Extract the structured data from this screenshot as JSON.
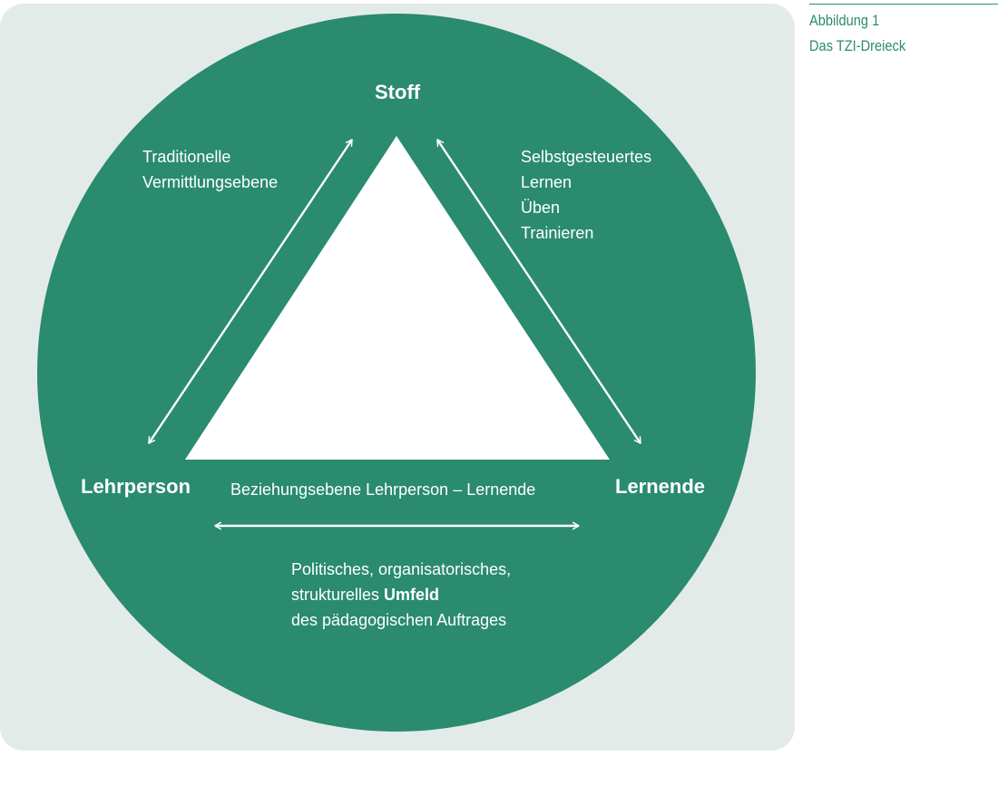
{
  "caption": {
    "number": "Abbildung 1",
    "title": "Das TZI-Dreieck"
  },
  "colors": {
    "circle": "#2a8b6e",
    "panel": "#e3ebe8",
    "triangle": "#ffffff",
    "caption": "#2a8b6e"
  },
  "nodes": {
    "top": "Stoff",
    "left": "Lehrperson",
    "right": "Lernende"
  },
  "edges": {
    "left_side": [
      "Traditionelle",
      "Vermittlungsebene"
    ],
    "right_side": [
      "Selbstgesteuertes",
      "Lernen",
      "Üben",
      "Trainieren"
    ],
    "bottom_side": "Beziehungsebene Lehrperson – Lernende"
  },
  "environment": {
    "line1": "Politisches, organisatorisches,",
    "line2_prefix": "strukturelles ",
    "line2_bold": "Umfeld",
    "line3": "des pädagogischen Auftrages"
  }
}
